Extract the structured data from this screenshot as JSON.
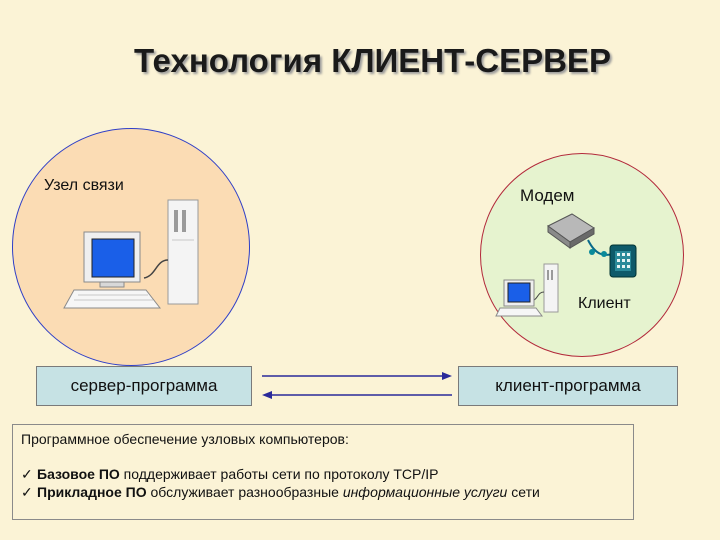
{
  "title": "Технология КЛИЕНТ-СЕРВЕР",
  "left_node": {
    "label": "Узел связи"
  },
  "right_node": {
    "modem_label": "Модем",
    "client_label": "Клиент"
  },
  "server_box": "сервер-программа",
  "client_box": "клиент-программа",
  "notes": {
    "heading": "Программное обеспечение узловых компьютеров:",
    "check_glyph": "✓",
    "items": [
      {
        "bold": "Базовое ПО",
        "text": " поддерживает работы сети по протоколу TCP/IP"
      },
      {
        "bold": "Прикладное ПО",
        "text": " обслуживает разнообразные ",
        "italic": "информационные услуги",
        "text_end": " сети"
      }
    ]
  },
  "colors": {
    "background": "#fbf3d6",
    "left_circle": "#fbdcb4",
    "right_circle": "#e6f3cf",
    "box": "#c6e2e4",
    "arrow": "#2a2a9a",
    "screen": "#1a5fe8"
  }
}
